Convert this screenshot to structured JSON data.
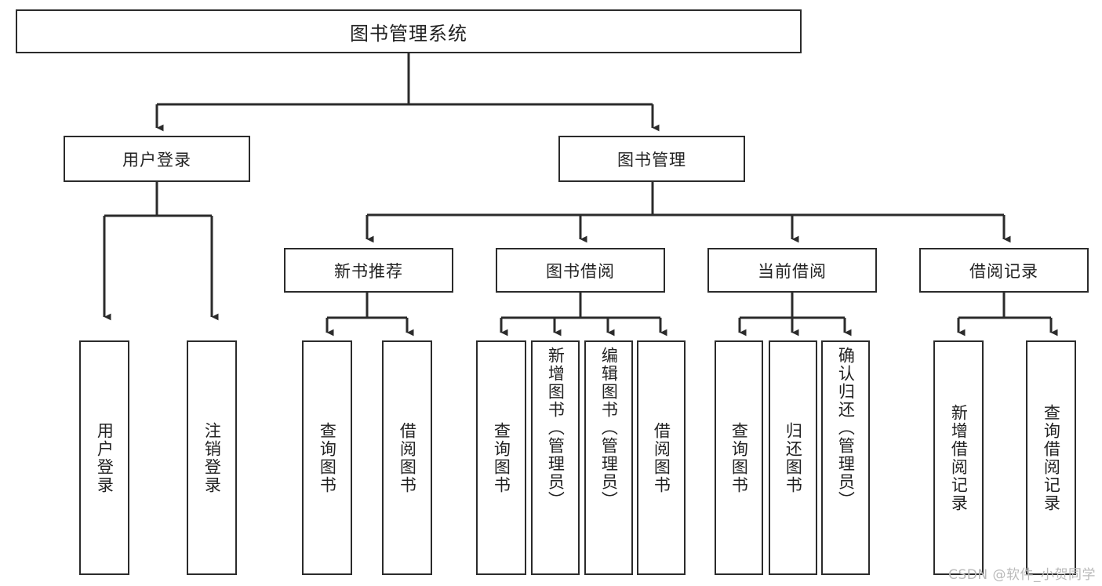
{
  "diagram": {
    "type": "tree",
    "title": "图书管理系统",
    "watermark": "CSDN @软件_小贺同学",
    "colors": {
      "background": "#ffffff",
      "stroke": "#2b2b2b",
      "text": "#222222",
      "watermark": "#b9b9b9"
    },
    "nodes": {
      "root": {
        "label": "图书管理系统"
      },
      "level2": [
        {
          "id": "user-login",
          "label": "用户登录"
        },
        {
          "id": "book-manage",
          "label": "图书管理"
        }
      ],
      "level3": [
        {
          "id": "new-book-recommend",
          "label": "新书推荐"
        },
        {
          "id": "book-borrow",
          "label": "图书借阅"
        },
        {
          "id": "current-borrow",
          "label": "当前借阅"
        },
        {
          "id": "borrow-record",
          "label": "借阅记录"
        }
      ],
      "leaves": {
        "user_login": [
          {
            "id": "leaf-user-login",
            "label": "用户登录"
          },
          {
            "id": "leaf-logout",
            "label": "注销登录"
          }
        ],
        "new_book_recommend": [
          {
            "id": "leaf-query-book-1",
            "label": "查询图书"
          },
          {
            "id": "leaf-borrow-book-1",
            "label": "借阅图书"
          }
        ],
        "book_borrow": [
          {
            "id": "leaf-query-book-2",
            "label": "查询图书"
          },
          {
            "id": "leaf-add-book",
            "label": "新增图书（管理员）"
          },
          {
            "id": "leaf-edit-book",
            "label": "编辑图书（管理员）"
          },
          {
            "id": "leaf-borrow-book-2",
            "label": "借阅图书"
          }
        ],
        "current_borrow": [
          {
            "id": "leaf-query-book-3",
            "label": "查询图书"
          },
          {
            "id": "leaf-return-book",
            "label": "归还图书"
          },
          {
            "id": "leaf-confirm-return",
            "label": "确认归还（管理员）"
          }
        ],
        "borrow_record": [
          {
            "id": "leaf-add-record",
            "label": "新增借阅记录"
          },
          {
            "id": "leaf-query-record",
            "label": "查询借阅记录"
          }
        ]
      }
    }
  }
}
